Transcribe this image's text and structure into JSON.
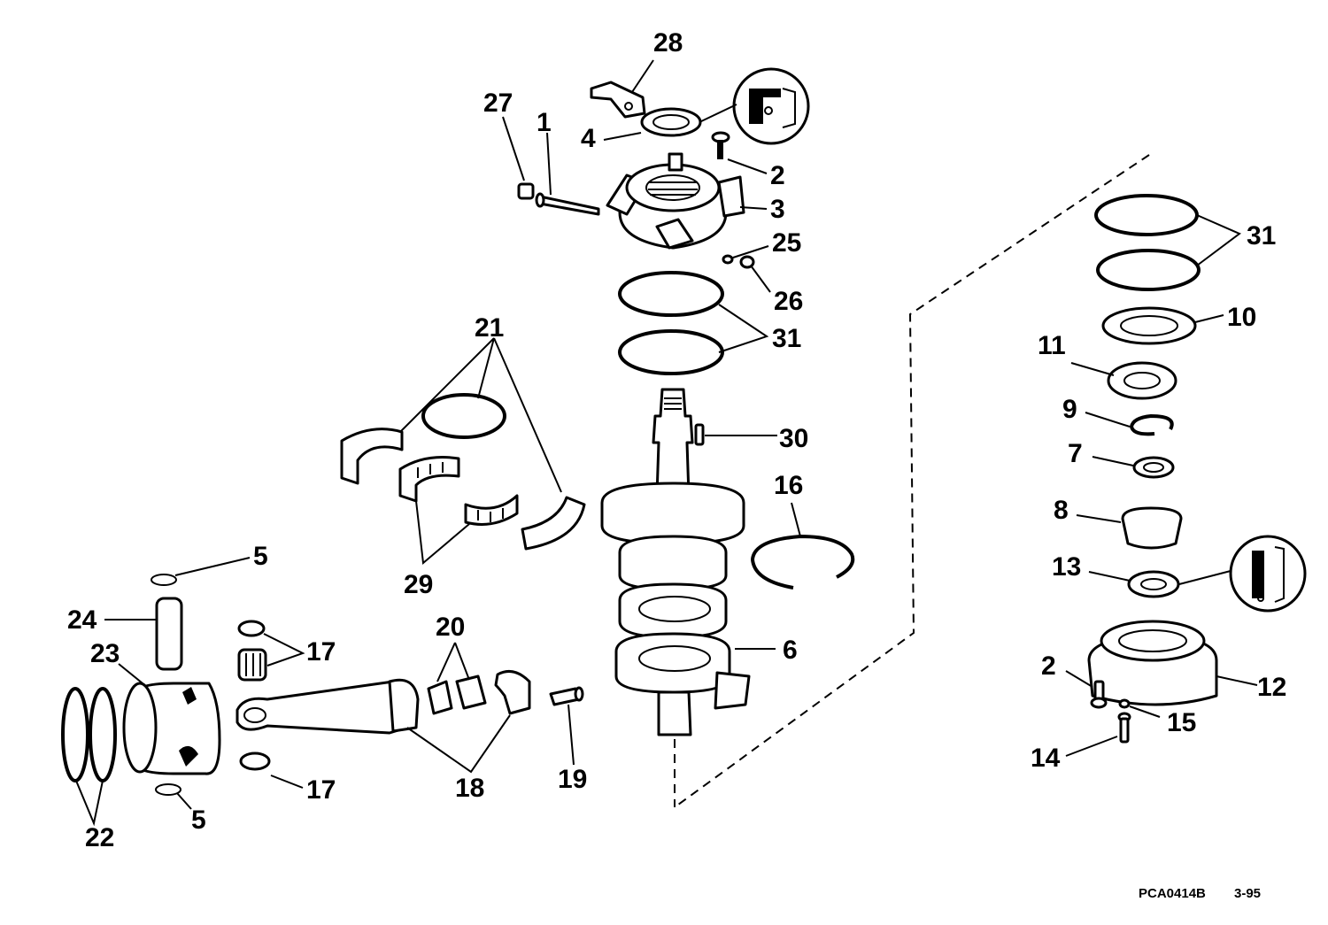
{
  "callouts": [
    {
      "id": "c28a",
      "text": "28"
    },
    {
      "id": "c27a",
      "text": "27"
    },
    {
      "id": "c1a",
      "text": "1"
    },
    {
      "id": "c4a",
      "text": "4"
    },
    {
      "id": "c2a",
      "text": "2"
    },
    {
      "id": "c3a",
      "text": "3"
    },
    {
      "id": "c25a",
      "text": "25"
    },
    {
      "id": "c26a",
      "text": "26"
    },
    {
      "id": "c31a",
      "text": "31"
    },
    {
      "id": "c21a",
      "text": "21"
    },
    {
      "id": "c30a",
      "text": "30"
    },
    {
      "id": "c16a",
      "text": "16"
    },
    {
      "id": "c29a",
      "text": "29"
    },
    {
      "id": "c5a",
      "text": "5"
    },
    {
      "id": "c24a",
      "text": "24"
    },
    {
      "id": "c23a",
      "text": "23"
    },
    {
      "id": "c17a",
      "text": "17"
    },
    {
      "id": "c20a",
      "text": "20"
    },
    {
      "id": "c6a",
      "text": "6"
    },
    {
      "id": "c19a",
      "text": "19"
    },
    {
      "id": "c18a",
      "text": "18"
    },
    {
      "id": "c17b",
      "text": "17"
    },
    {
      "id": "c5b",
      "text": "5"
    },
    {
      "id": "c22a",
      "text": "22"
    },
    {
      "id": "c31b",
      "text": "31"
    },
    {
      "id": "c10a",
      "text": "10"
    },
    {
      "id": "c11a",
      "text": "11"
    },
    {
      "id": "c9a",
      "text": "9"
    },
    {
      "id": "c7a",
      "text": "7"
    },
    {
      "id": "c8a",
      "text": "8"
    },
    {
      "id": "c13a",
      "text": "13"
    },
    {
      "id": "c2b",
      "text": "2"
    },
    {
      "id": "c12a",
      "text": "12"
    },
    {
      "id": "c15a",
      "text": "15"
    },
    {
      "id": "c14a",
      "text": "14"
    }
  ],
  "footer": {
    "drawing_code": "PCA0414B",
    "revision": "3-95"
  }
}
